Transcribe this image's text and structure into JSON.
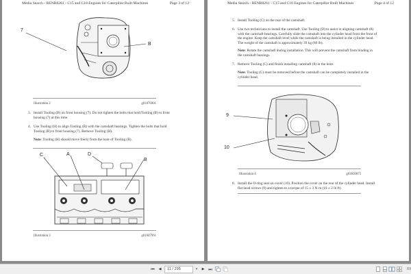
{
  "document": {
    "header_title": "Media Search - RENR8261 - C15 and C18 Engines for Caterpillar Built Machines"
  },
  "left_page": {
    "page_label": "Page 3 of 12",
    "illustration_2": {
      "callouts": [
        "7",
        "B"
      ],
      "caption": "Illustration 2",
      "graphic_id": "g01876901"
    },
    "steps": [
      {
        "num": "3.",
        "text_line1": "Install Tooling (B) on front housing (7). Do not tighten the bolts that hold Tooling (B) to front",
        "text_line2": "housing (7) at this time."
      },
      {
        "num": "4.",
        "text_line1": "Use Tooling (H) to align Tooling (B) with the camshaft bearings. Tighten the bolts that hold",
        "text_line2": "Tooling (B) to front housing (7). Remove Tooling (H)."
      }
    ],
    "note": {
      "label": "Note",
      "text": ": Tooling (H) should move freely from the bore of Tooling (B)."
    },
    "illustration_3": {
      "callouts": [
        "C",
        "A",
        "D",
        "B"
      ],
      "caption": "Illustration 3",
      "graphic_id": "g01847961"
    }
  },
  "right_page": {
    "page_label": "Page 4 of 12",
    "steps": [
      {
        "num": "5.",
        "lines": [
          "Install Tooling (C) on the rear of the camshaft."
        ]
      },
      {
        "num": "6.",
        "lines": [
          "Use two technicians to install the camshaft. Use Tooling (D) to assist in aligning camshaft (8)",
          "with the camshaft bearings. Carefully slide the camshaft into the cylinder head from the front of",
          "the engine. Keep the camshaft level while the camshaft is being installed in the cylinder head.",
          "The weight of the camshaft is approximately 39 kg (86 lb)."
        ]
      },
      {
        "num": "7.",
        "lines": [
          "Remove Tooling (C) and finish installing camshaft (8) in the bore."
        ]
      },
      {
        "num": "8.",
        "lines": [
          "Install the O-ring seal on cover (10). Position the cover on the rear of the cylinder head. Install",
          "flat head screws (9) and tighten to a torque of 15 ± 3 N·m (10 ± 2 lb ft)."
        ]
      }
    ],
    "note_1": {
      "label": "Note",
      "lines": [
        ": Rotate the camshaft during installation. This will prevent the camshaft from binding in",
        "the camshaft bearings."
      ]
    },
    "note_2": {
      "label": "Note",
      "lines": [
        ": Tooling (C) must be removed before the camshaft can be completely installed in the",
        "cylinder head."
      ]
    },
    "illustration_4": {
      "callouts": [
        "9",
        "10"
      ],
      "caption": "Illustration 4",
      "graphic_id": "g03056875"
    }
  },
  "toolbar": {
    "first_page_icon": "⏮",
    "prev_page_icon": "◀",
    "page_input_value": "11 / 295",
    "dropdown_icon": "▾",
    "next_page_icon": "▶",
    "last_page_icon": "⏭",
    "zoom_label": "89"
  },
  "colors": {
    "viewer_bg": "#8a8a8a",
    "page_bg": "#ffffff",
    "toolbar_bg": "#efefef",
    "active_view_icon": "#c9d9ee"
  }
}
